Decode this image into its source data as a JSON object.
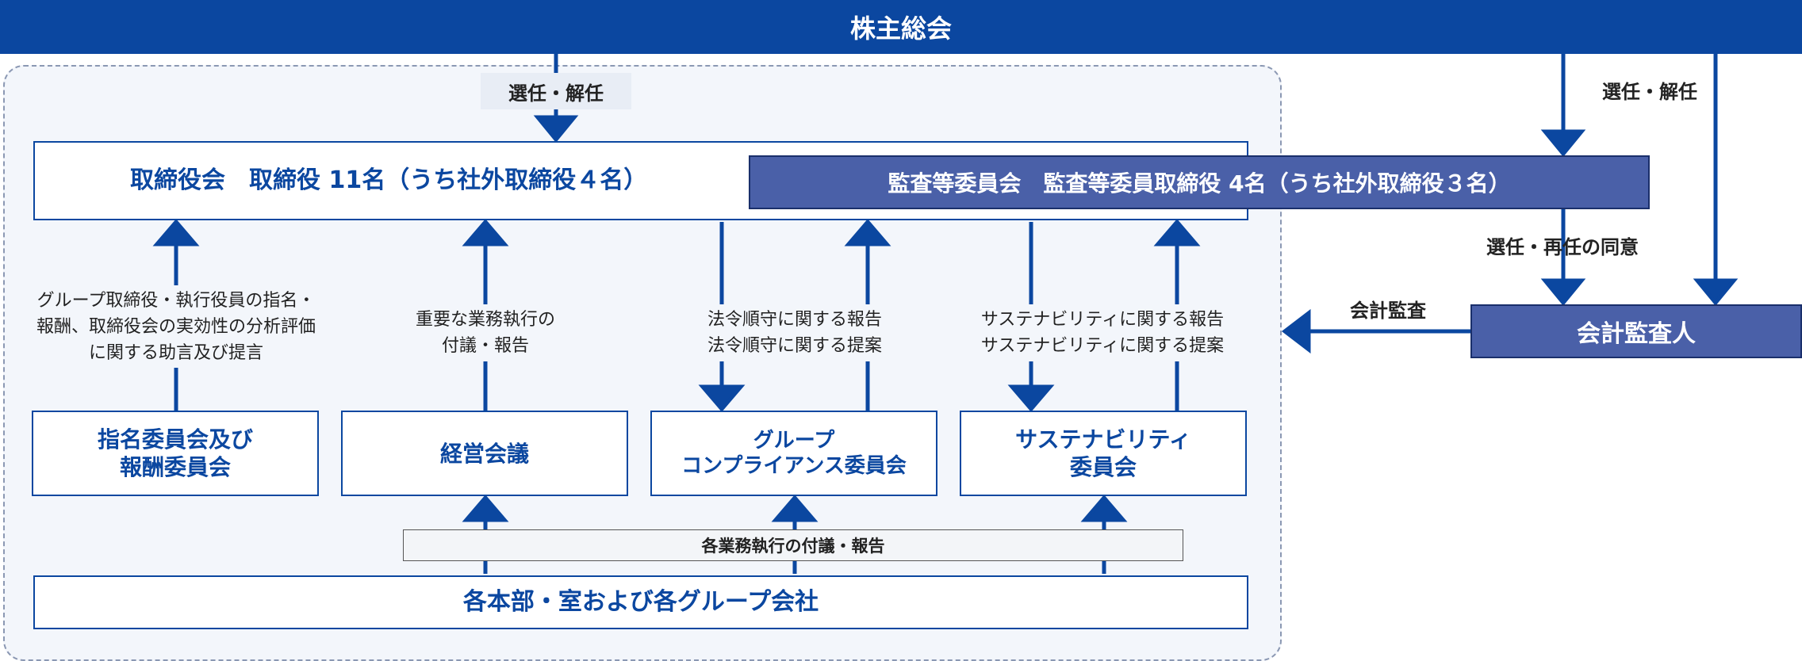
{
  "header": {
    "title": "株主総会"
  },
  "labels": {
    "selection_dismissal_left": "選任・解任",
    "selection_dismissal_right": "選任・解任",
    "reappointment_consent": "選任・再任の同意",
    "accounting_audit": "会計監査",
    "nomination_advice": [
      "グループ取締役・執行役員の指名・",
      "報酬、取締役会の実効性の分析評価",
      "に関する助言及び提言"
    ],
    "business_proposal": [
      "重要な業務執行の",
      "付議・報告"
    ],
    "compliance_reports": [
      "法令順守に関する報告",
      "法令順守に関する提案"
    ],
    "sustainability_reports": [
      "サステナビリティに関する報告",
      "サステナビリティに関する提案"
    ],
    "each_business_proposal": "各業務執行の付議・報告"
  },
  "boxes": {
    "board": "取締役会　取締役 11名（うち社外取締役４名）",
    "audit_committee": "監査等委員会　監査等委員取締役 4名（うち社外取締役３名）",
    "auditor": "会計監査人",
    "nomination_committee": [
      "指名委員会及び",
      "報酬委員会"
    ],
    "management_meeting": "経営会議",
    "compliance_committee": [
      "グループ",
      "コンプライアンス委員会"
    ],
    "sustainability_committee": [
      "サステナビリティ",
      "委員会"
    ],
    "divisions": "各本部・室および各グループ会社"
  },
  "colors": {
    "primary": "#0b47a0",
    "committee_fill": "#4a60a8",
    "frame_fill": "#f3f6fb",
    "frame_border": "#8b98b3"
  }
}
